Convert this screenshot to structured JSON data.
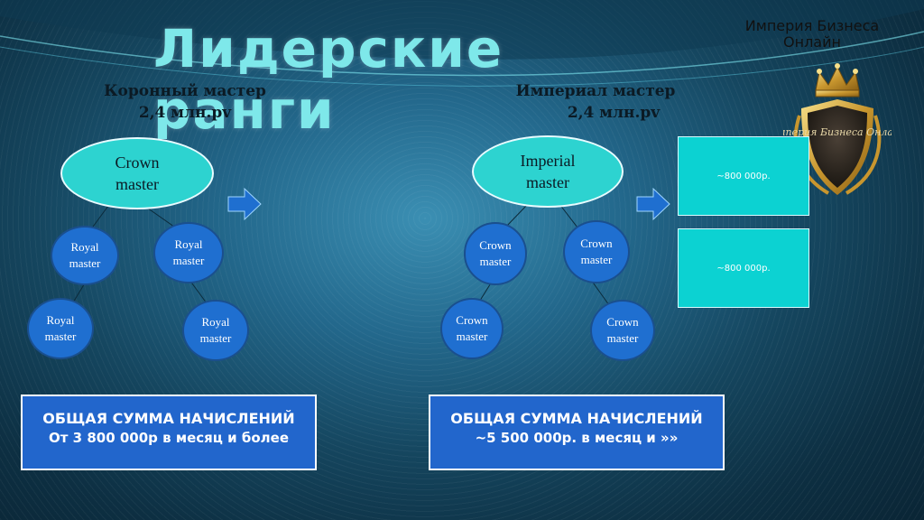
{
  "title": "Лидерские ранги",
  "brand": {
    "line1": "Империя Бизнеса",
    "line2": "Онлайн",
    "emblem_text": "Империя Бизнеса Онлайн"
  },
  "left": {
    "heading": "Коронный мастер",
    "volume": "2,4 млн.pv",
    "top_node": {
      "line1": "Crown",
      "line2": "master"
    },
    "children": [
      {
        "line1": "Royal",
        "line2": "master"
      },
      {
        "line1": "Royal",
        "line2": "master"
      },
      {
        "line1": "Royal",
        "line2": "master"
      },
      {
        "line1": "Royal",
        "line2": "master"
      }
    ],
    "summary": {
      "line1": "ОБЩАЯ СУММА НАЧИСЛЕНИЙ",
      "line2": "От 3 800 000р в месяц и более"
    }
  },
  "right": {
    "heading": "Империал мастер",
    "volume": "2,4 млн.pv",
    "top_node": {
      "line1": "Imperial",
      "line2": "master"
    },
    "children": [
      {
        "line1": "Crown",
        "line2": "master"
      },
      {
        "line1": "Crown",
        "line2": "master"
      },
      {
        "line1": "Crown",
        "line2": "master"
      },
      {
        "line1": "Crown",
        "line2": "master"
      }
    ],
    "summary": {
      "line1": "ОБЩАЯ СУММА НАЧИСЛЕНИЙ",
      "line2": "~5 500 000р. в месяц и »»"
    }
  },
  "bonus_boxes": [
    "~800 000р.",
    "~800 000р."
  ],
  "colors": {
    "title": "#7ee8ea",
    "ellipse": "#2dd3d0",
    "circle": "#1f6fd0",
    "teal_box": "#0cd2d2",
    "summary_box": "#2266cc",
    "arrow": "#1f6fd0"
  }
}
